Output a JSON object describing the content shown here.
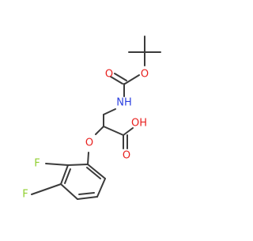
{
  "molecule": {
    "atom_labels": {
      "carbamate_carbonyl_o": "O",
      "ester_o": "O",
      "nh": "NH",
      "ether_o": "O",
      "acid_oh": "OH",
      "acid_carbonyl_o": "O",
      "fluorine_1": "F",
      "fluorine_2": "F"
    },
    "colors": {
      "bond": "#3b3b3b",
      "oxygen": "#e8211f",
      "nitrogen": "#2b3fe0",
      "fluorine": "#8fcf2e"
    }
  }
}
